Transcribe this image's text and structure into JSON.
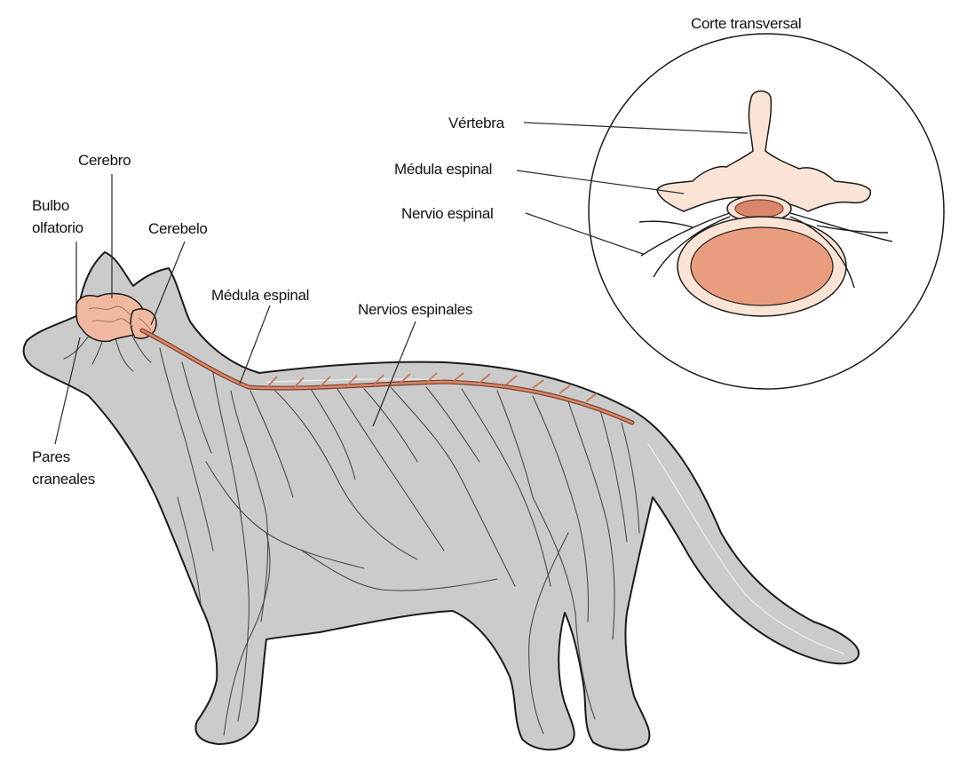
{
  "labels": {
    "cross_section_title": "Corte transversal",
    "vertebra": "Vértebra",
    "spinal_cord_section": "Médula espinal",
    "spinal_nerve": "Nervio espinal",
    "cerebrum": "Cerebro",
    "olfactory_bulb_line1": "Bulbo",
    "olfactory_bulb_line2": "olfatorio",
    "cerebellum": "Cerebelo",
    "spinal_cord": "Médula espinal",
    "spinal_nerves": "Nervios espinales",
    "cranial_pairs_line1": "Pares",
    "cranial_pairs_line2": "craneales"
  },
  "colors": {
    "body_fill": "#cbcbcb",
    "outline": "#1a1a1a",
    "brain_fill": "#f2b9a2",
    "spinal_cord": "#c8765a",
    "bone_fill": "#fbe3d5",
    "disc_fill": "#ea9c7f"
  }
}
